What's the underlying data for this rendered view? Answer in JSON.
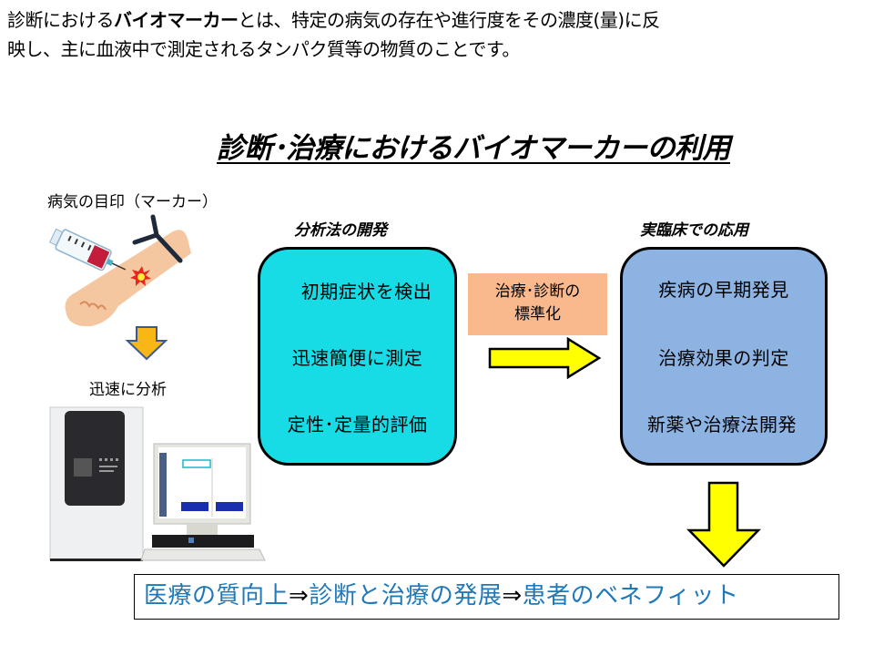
{
  "intro": {
    "line1_pre": "診断における",
    "line1_bold": "バイオマーカー",
    "line1_post": "とは、特定の病気の存在や進行度をその濃度(量)に反",
    "line2": "映し、主に血液中で測定されるタンパク質等の物質のことです。"
  },
  "title": "診断･治療におけるバイオマーカーの利用",
  "left_column": {
    "marker_label": "病気の目印（マーカー）",
    "arm_image": "blood-draw-illustration",
    "analysis_label": "迅速に分析",
    "instrument_image": "analyzer-with-computer"
  },
  "method_box": {
    "heading": "分析法の開発",
    "items": [
      "初期症状を検出",
      "迅速簡便に測定",
      "定性･定量的評価"
    ],
    "color": "#17dce6"
  },
  "standardization": {
    "line1": "治療･診断の",
    "line2": "標準化",
    "color": "#f9b98d"
  },
  "clinical_box": {
    "heading": "実臨床での応用",
    "items": [
      "疾病の早期発見",
      "治療効果の判定",
      "新薬や治療法開発"
    ],
    "color": "#8db3e2"
  },
  "outcome": {
    "part1": "医療の質向上",
    "arrow": "⇒",
    "part2": "診断と治療の発展",
    "part3": "患者のベネフィット",
    "color": "#1f78b8"
  },
  "arrows": {
    "right_arrow_color": "#ffff00",
    "down_arrow_color": "#ffff00",
    "small_down_arrow_color": "#f8b717"
  }
}
